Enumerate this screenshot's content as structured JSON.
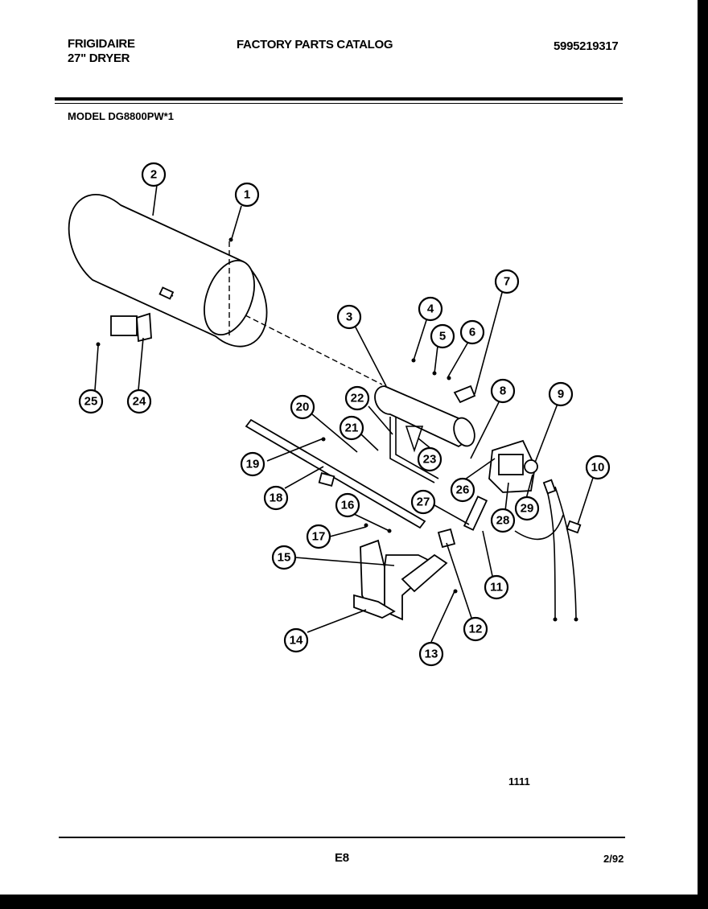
{
  "header": {
    "brand": "FRIGIDAIRE",
    "product": "27\" DRYER",
    "title": "FACTORY PARTS CATALOG",
    "catalog_number": "5995219317",
    "model": "MODEL DG8800PW*1"
  },
  "diagram": {
    "callouts": [
      "1",
      "2",
      "3",
      "4",
      "5",
      "6",
      "7",
      "8",
      "9",
      "10",
      "11",
      "12",
      "13",
      "14",
      "15",
      "16",
      "17",
      "18",
      "19",
      "20",
      "21",
      "22",
      "23",
      "24",
      "25",
      "26",
      "27",
      "28",
      "29"
    ],
    "code": "1111"
  },
  "footer": {
    "page": "E8",
    "date": "2/92"
  }
}
